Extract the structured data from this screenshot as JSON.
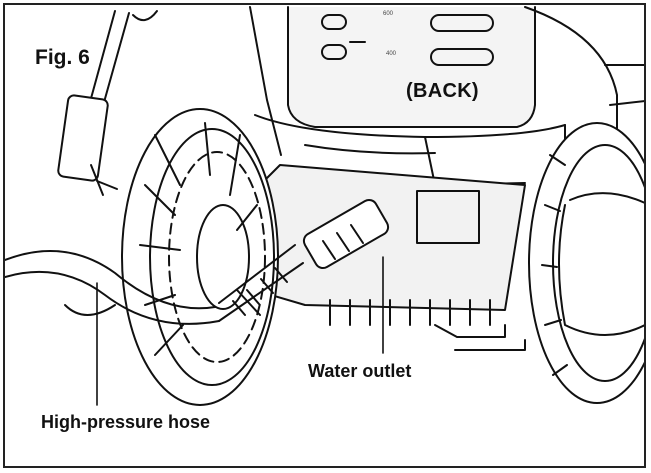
{
  "figure": {
    "title": "Fig. 6",
    "view_label": "(BACK)",
    "callouts": {
      "water_outlet": "Water outlet",
      "hose": "High-pressure hose"
    },
    "gauge_ticks": [
      "600",
      "400"
    ]
  },
  "colors": {
    "ink": "#111111",
    "paper": "#ffffff",
    "panel_fill": "#f2f2f2"
  }
}
